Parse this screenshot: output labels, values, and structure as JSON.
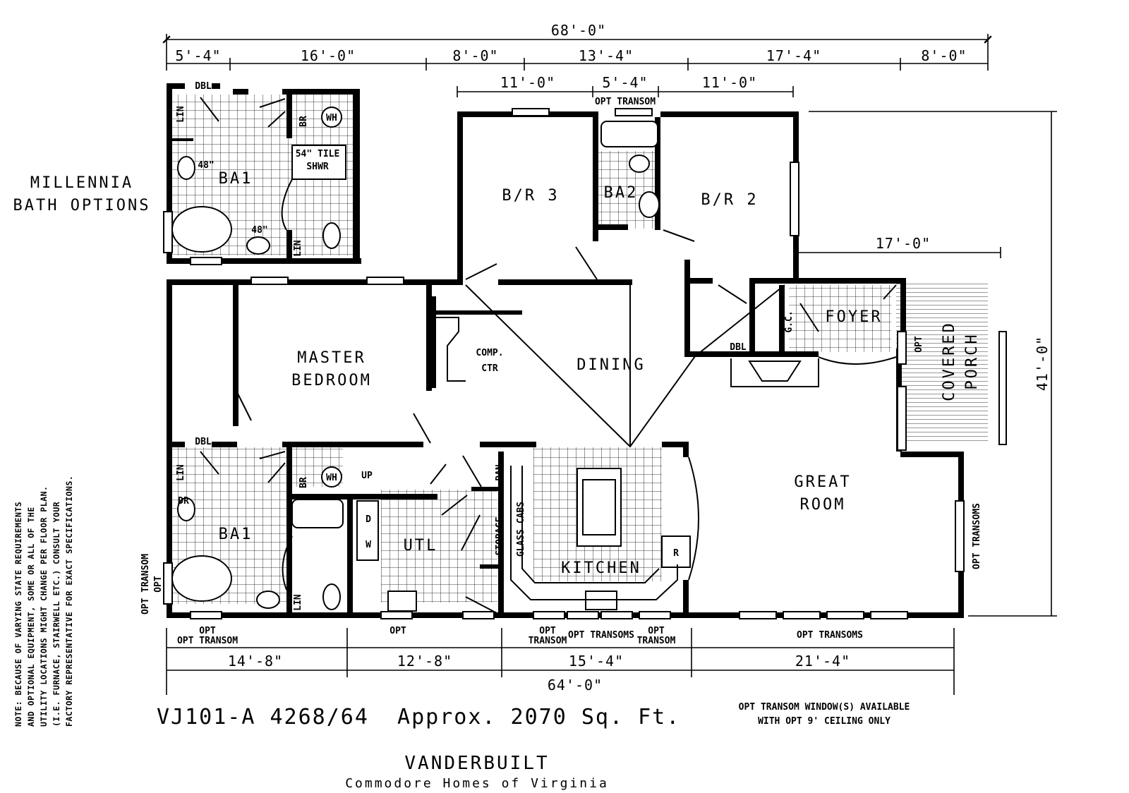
{
  "dimensions": {
    "overall_top": "68'-0\"",
    "top_row": [
      "5'-4\"",
      "16'-0\"",
      "8'-0\"",
      "13'-4\"",
      "17'-4\"",
      "8'-0\""
    ],
    "upper_row": [
      "11'-0\"",
      "5'-4\"",
      "11'-0\""
    ],
    "porch": "17'-0\"",
    "overall_depth": "41'-0\"",
    "bottom_row": [
      "14'-8\"",
      "12'-8\"",
      "15'-4\"",
      "21'-4\""
    ],
    "overall_bottom": "64'-0\""
  },
  "rooms": {
    "master_1": "MASTER",
    "master_2": "BEDROOM",
    "dining": "DINING",
    "br3": "B/R 3",
    "ba2": "BA2",
    "br2": "B/R 2",
    "foyer": "FOYER",
    "porch_1": "COVERED",
    "porch_2": "PORCH",
    "great_1": "GREAT",
    "great_2": "ROOM",
    "kitchen": "KITCHEN",
    "utl": "UTL",
    "ba1_main": "BA1",
    "ba1_option": "BA1",
    "comp_1": "COMP.",
    "comp_2": "CTR"
  },
  "labels": {
    "millennia_1": "MILLENNIA",
    "millennia_2": "BATH OPTIONS",
    "opt_transom_top": "OPT TRANSOM",
    "tile_shower_1": "54\" TILE",
    "tile_shower_2": "SHWR",
    "dbl": "DBL",
    "lin": "LIN",
    "br": "BR",
    "wh": "WH",
    "dr": "DR",
    "vanity": "48\"",
    "gc": "G.C.",
    "opt": "OPT",
    "glass_cabs": "GLASS CABS",
    "storage": "STORAGE",
    "pan": "PAN",
    "up": "UP",
    "w": "W",
    "d": "D",
    "r": "R",
    "opt_transom": "OPT TRANSOM",
    "opt_transoms": "OPT TRANSOMS",
    "transom": "TRANSOM"
  },
  "footer": {
    "model_line": "VJ101-A 4268/64  Approx. 2070 Sq. Ft.",
    "transom_note_1": "OPT TRANSOM WINDOW(S) AVAILABLE",
    "transom_note_2": "WITH OPT 9' CEILING ONLY",
    "brand": "VANDERBUILT",
    "company": "Commodore Homes of Virginia"
  },
  "side_note": [
    "NOTE: BECAUSE OF VARYING STATE REQUIREMENTS",
    "AND OPTIONAL EQUIPMENT, SOME OR ALL OF THE",
    "UTILITY LOCATIONS MIGHT CHANGE PER FLOOR PLAN.",
    "(I.E. FURNACE, STAIRWELL ETC.) CONSULT YOUR",
    "FACTORY REPRESENTATIVE FOR EXACT SPECIFICATIONS."
  ]
}
